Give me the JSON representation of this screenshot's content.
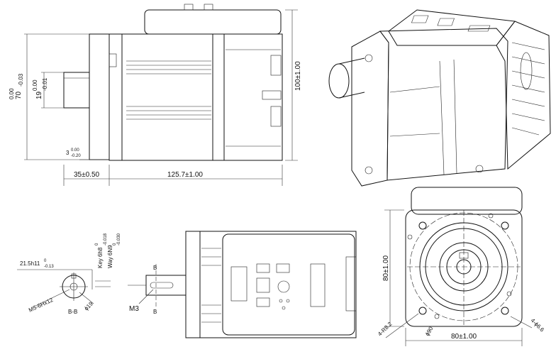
{
  "side_view": {
    "dim_length": "125.7±1.00",
    "dim_shaft": "35±0.50",
    "dim_height": "100±1.00",
    "dim_flange_main": "70",
    "dim_flange_tol_up": "0.00",
    "dim_flange_tol_low": "-0.03",
    "dim_shaft_main": "19",
    "dim_shaft_tol_up": "0.00",
    "dim_shaft_tol_low": "-0.01",
    "dim_step_main": "3",
    "dim_step_tol_up": "0.00",
    "dim_step_tol_low": "-0.20"
  },
  "shaft_section": {
    "dim_keyway_depth": "21.5h11",
    "dim_keyway_tol_up": "0",
    "dim_keyway_tol_low": "-0.13",
    "key_label": "Key 6h8",
    "key_tol_up": "0",
    "key_tol_low": "-0.018",
    "way_label": "Way 6N9",
    "way_tol_up": "0",
    "way_tol_low": "-0.030",
    "thread_label": "M5-6Hx12",
    "phi_label": "ϕ19",
    "section_label": "B-B"
  },
  "top_view": {
    "thread_label": "M3",
    "section_mark_top": "B",
    "section_mark_bottom": "B"
  },
  "front_view": {
    "dim_width": "80±1.00",
    "dim_height": "80±1.00",
    "dim_pcd": "ϕ90",
    "dim_radius": "4-R8.2",
    "dim_holes": "4-ϕ6.6"
  }
}
